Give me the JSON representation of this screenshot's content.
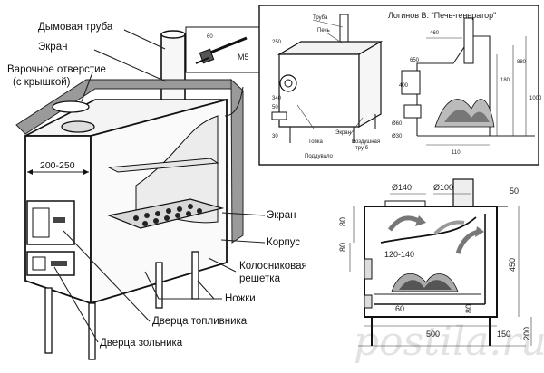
{
  "main_labels": {
    "chimney": "Дымовая труба",
    "screen_top": "Экран",
    "cooking_hole_l1": "Варочное отверстие",
    "cooking_hole_l2": "(с крышкой)",
    "width_dim": "200-250",
    "screen_right": "Экран",
    "body": "Корпус",
    "grate_l1": "Колосниковая",
    "grate_l2": "решетка",
    "legs": "Ножки",
    "fuel_door": "Дверца топливника",
    "ash_door": "Дверца зольника",
    "bolt_size": "M5",
    "bolt_len": "60"
  },
  "inset": {
    "title": "Логинов В. \"Печь-генератор\"",
    "pipe": "Труба",
    "oven": "Печь",
    "dim_250": "250",
    "dim_340": "340",
    "dim_50": "50",
    "dim_30": "30",
    "screen": "Экран",
    "air_pipe_l1": "Воздушная",
    "air_pipe_l2": "тру б",
    "firebox": "Топка",
    "ash_pan": "Поддувало",
    "d60": "Ø60",
    "d30": "Ø30",
    "r_460": "460",
    "r_650": "650",
    "r_400": "400",
    "r_880": "880",
    "r_1000": "1000",
    "r_180": "180",
    "r_110": "110"
  },
  "section": {
    "d140": "Ø140",
    "d100": "Ø100",
    "dim_50": "50",
    "dim_80a": "80",
    "dim_80b": "80",
    "dim_120_140": "120-140",
    "dim_450": "450",
    "dim_60": "60",
    "dim_80c": "80",
    "dim_200": "200",
    "dim_500": "500",
    "dim_150": "150"
  },
  "watermark": "postila.ru"
}
